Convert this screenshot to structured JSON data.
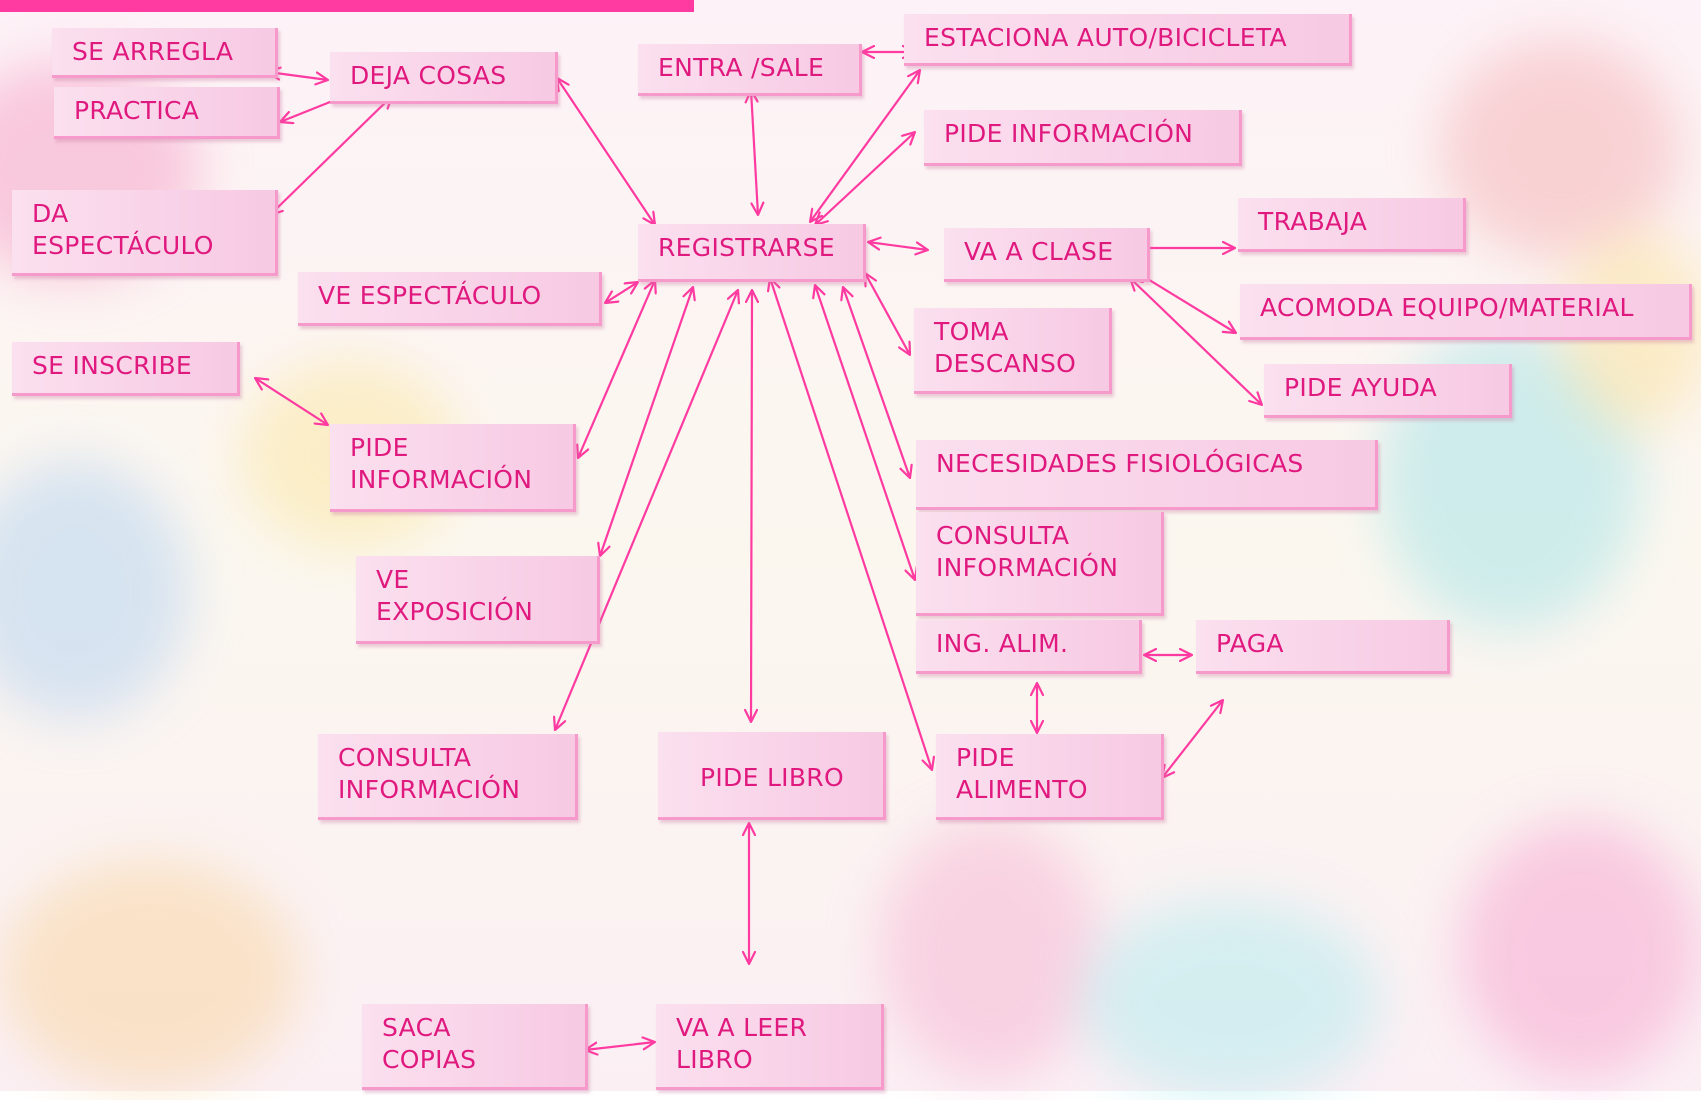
{
  "nodes": {
    "se_arregla": "SE ARREGLA",
    "practica": "PRACTICA",
    "deja_cosas": "DEJA COSAS",
    "entra_sale": "ENTRA /SALE",
    "estaciona": "ESTACIONA AUTO/BICICLETA",
    "pide_informacion_top": "PIDE INFORMACIÓN",
    "da_espectaculo": "DA\nESPECTÁCULO",
    "registrarse": "REGISTRARSE",
    "va_a_clase": "VA A CLASE",
    "trabaja": "TRABAJA",
    "ve_espectaculo": "VE ESPECTÁCULO",
    "acomoda": "ACOMODA EQUIPO/MATERIAL",
    "se_inscribe": "SE INSCRIBE",
    "toma_descanso": "TOMA\nDESCANSO",
    "pide_ayuda": "PIDE AYUDA",
    "pide_informacion_left": "PIDE\nINFORMACIÓN",
    "necesidades": "NECESIDADES FISIOLÓGICAS",
    "consulta_info_right": "CONSULTA\nINFORMACIÓN",
    "ve_exposicion": "VE\nEXPOSICIÓN",
    "ing_alim": "ING. ALIM.",
    "paga": "PAGA",
    "consulta_info_left": "CONSULTA\nINFORMACIÓN",
    "pide_libro": "PIDE LIBRO",
    "pide_alimento": "PIDE\nALIMENTO",
    "saca_copias": "SACA\nCOPIAS",
    "va_a_leer_libro": "VA A LEER\nLIBRO"
  },
  "colors": {
    "accent": "#ff3aa0",
    "text": "#e0197f",
    "node_fill": "#f7c9e3"
  }
}
